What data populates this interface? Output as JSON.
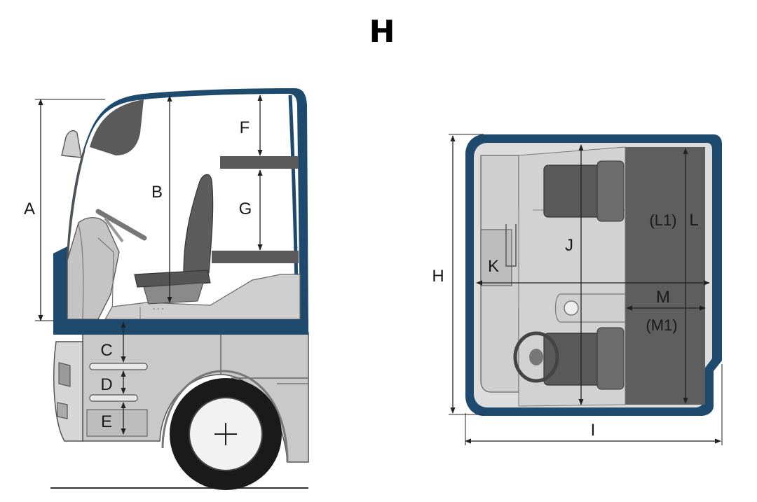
{
  "title": "H",
  "side_view": {
    "labels": {
      "A": "A",
      "B": "B",
      "C": "C",
      "D": "D",
      "E": "E",
      "F": "F",
      "G": "G"
    }
  },
  "top_view": {
    "labels": {
      "H": "H",
      "I": "I",
      "J": "J",
      "K": "K",
      "L": "L",
      "L1": "(L1)",
      "M": "M",
      "M1": "(M1)"
    }
  },
  "colors": {
    "cab_blue": "#1e4a6e",
    "panel_gray": "#c7c7c7",
    "panel_light": "#dcdcdc",
    "dark_gray": "#5f5f5f",
    "seat_dark": "#4f4f4f",
    "line": "#2a2a2a"
  }
}
